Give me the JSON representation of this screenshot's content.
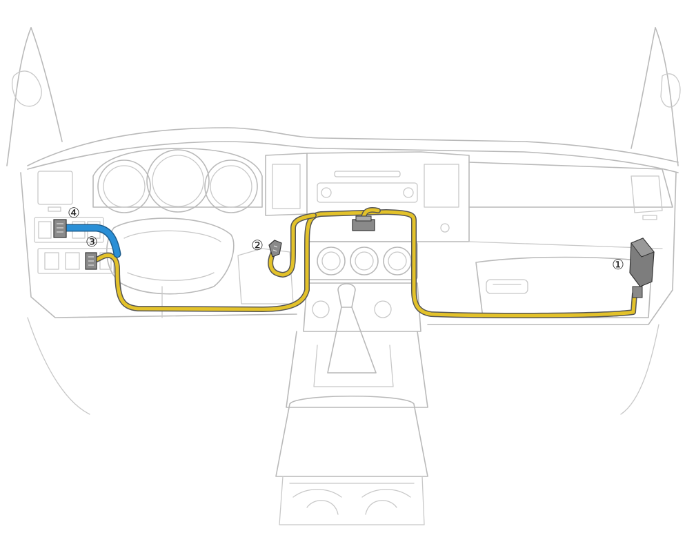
{
  "callouts": {
    "c1": "①",
    "c2": "②",
    "c3": "③",
    "c4": "④"
  },
  "colors": {
    "harness_yellow": "#e3c22a",
    "harness_blue": "#2a8fd6",
    "line_art": "#b9b9b9",
    "module": "#7d7d7d"
  }
}
